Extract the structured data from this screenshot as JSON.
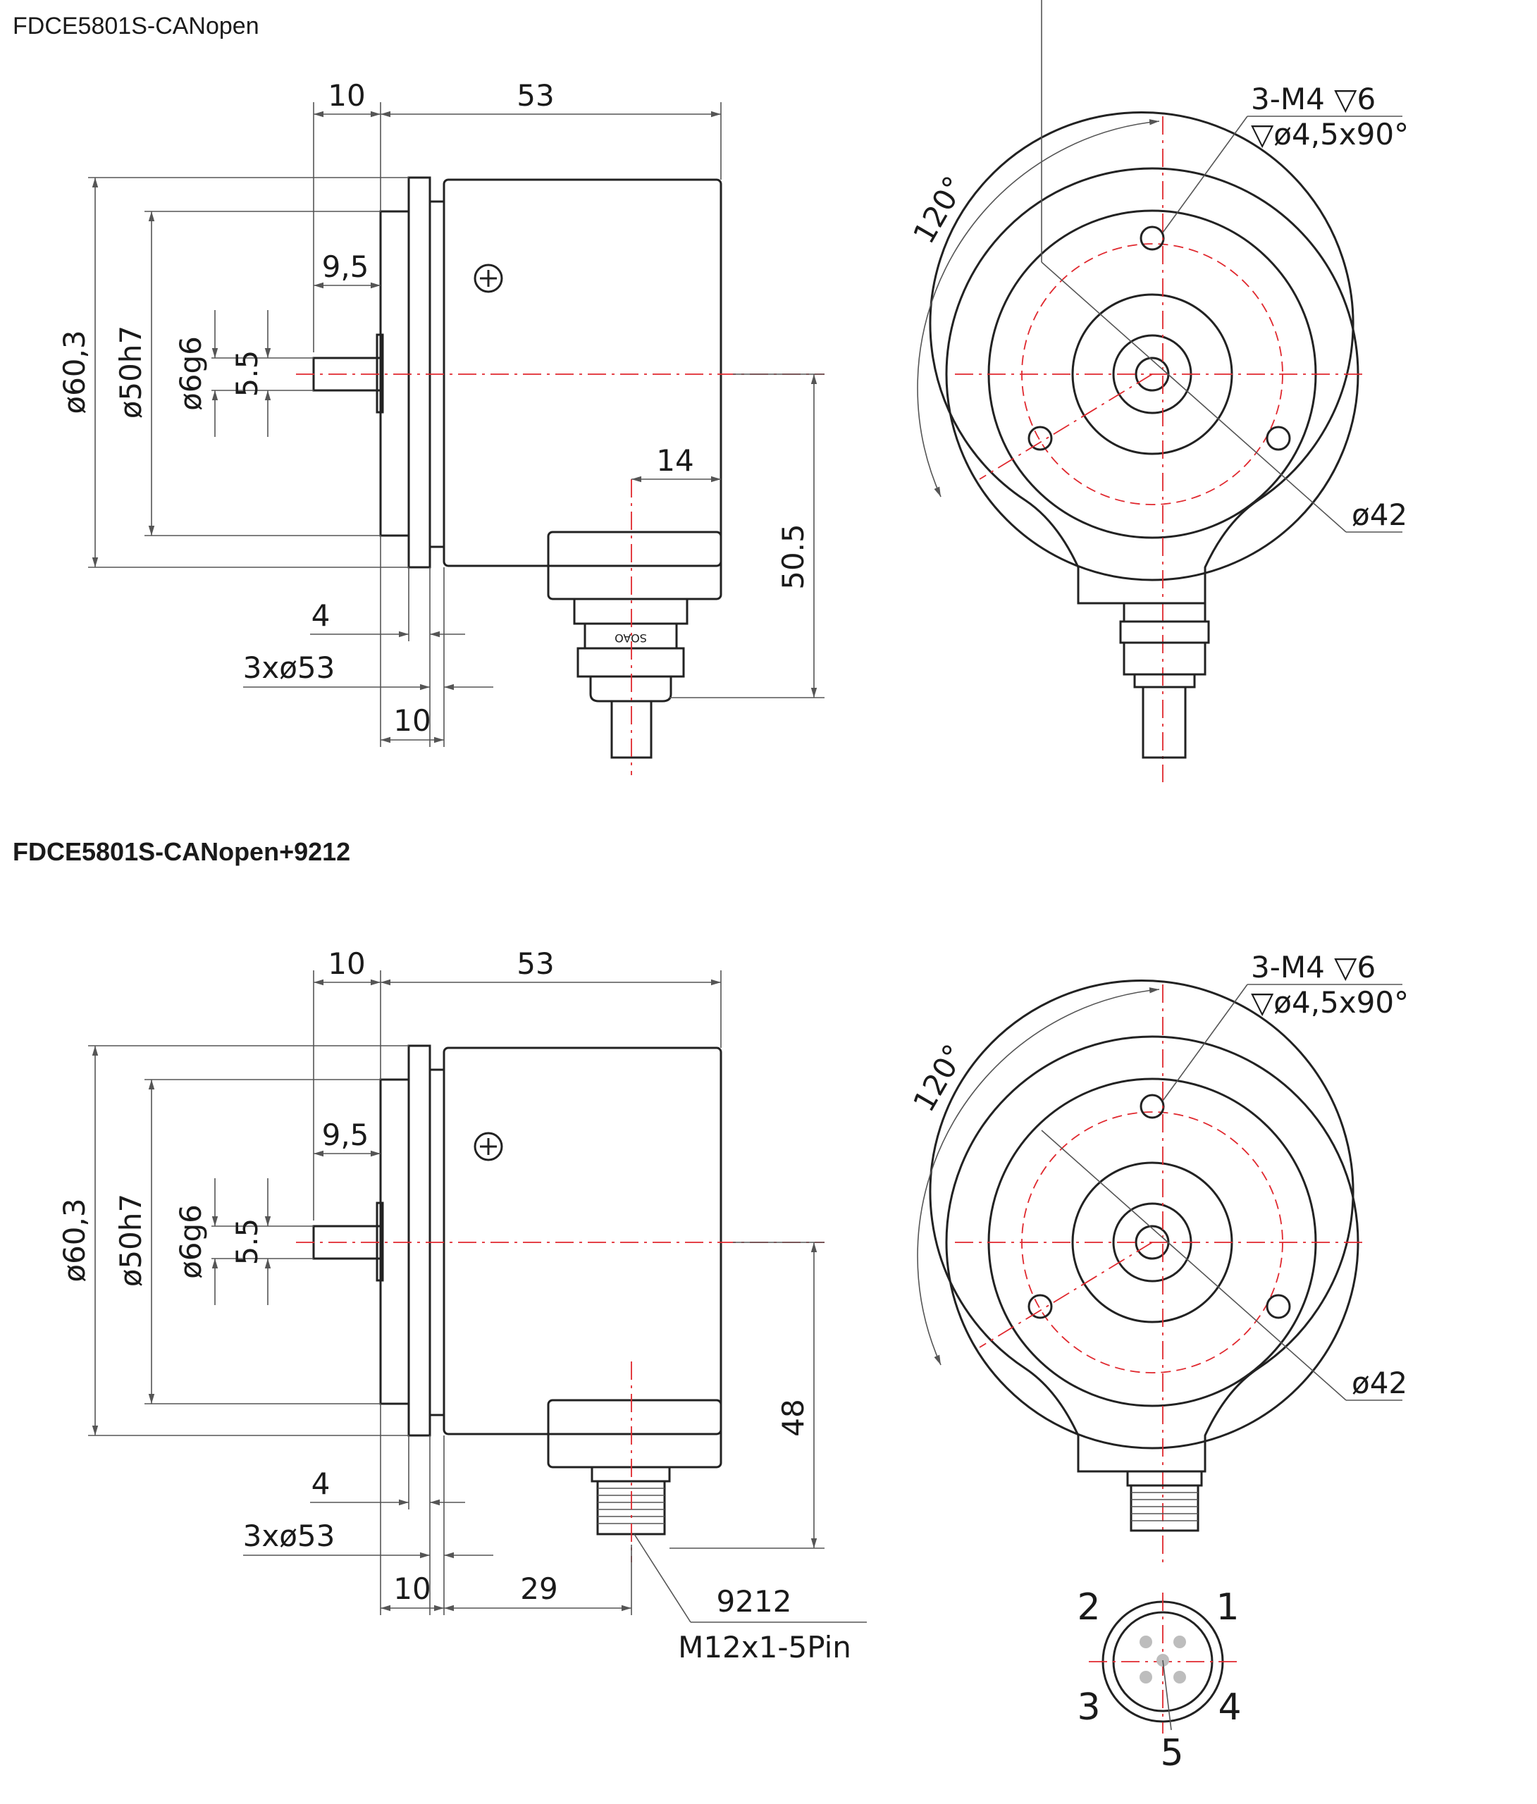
{
  "titles": {
    "top": "FDCE5801S-CANopen",
    "bottom": "FDCE5801S-CANopen+9212"
  },
  "top_view": {
    "dims": {
      "flange_width": "10",
      "body_length": "53",
      "diameter_60": "ø60,3",
      "diameter_50": "ø50h7",
      "shaft_diameter": "ø6g6",
      "shaft_flat": "5.5",
      "shaft_length": "9,5",
      "connector_offset": "14",
      "connector_height": "50.5",
      "step_4": "4",
      "holes": "3xø53",
      "flange_10": "10"
    },
    "gland_text": "SOAO"
  },
  "top_front": {
    "thread": "3-M4 ▽6",
    "countersink": "▽ø4,5x90°",
    "angle": "120°",
    "pcd": "ø42"
  },
  "bottom_view": {
    "dims": {
      "flange_width": "10",
      "body_length": "53",
      "diameter_60": "ø60,3",
      "diameter_50": "ø50h7",
      "shaft_diameter": "ø6g6",
      "shaft_flat": "5.5",
      "shaft_length": "9,5",
      "connector_height": "48",
      "step_4": "4",
      "holes": "3xø53",
      "flange_10": "10",
      "connector_offset": "29"
    },
    "connector_label": "9212",
    "connector_spec": "M12x1-5Pin"
  },
  "bottom_front": {
    "thread": "3-M4 ▽6",
    "countersink": "▽ø4,5x90°",
    "angle": "120°",
    "pcd": "ø42"
  },
  "pinout": {
    "pins": [
      "1",
      "2",
      "3",
      "4",
      "5"
    ]
  },
  "colors": {
    "line": "#222222",
    "centerline": "#e0282e",
    "pin": "#bdbdbd"
  }
}
